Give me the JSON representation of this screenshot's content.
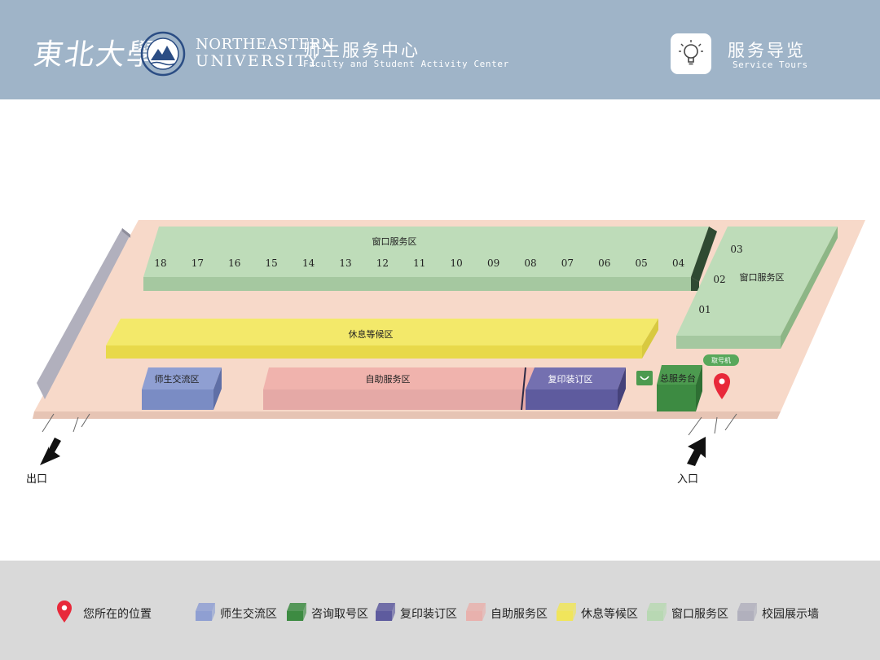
{
  "header": {
    "calligraphy": "東北大學",
    "university_line1": "NORTHEASTERN",
    "university_line2": "UNIVERSITY",
    "center_cn": "师生服务中心",
    "center_en": "Faculty and Student Activity Center",
    "tours_cn": "服务导览",
    "tours_en": "Service Tours",
    "tours_icon": "lightbulb-icon"
  },
  "map": {
    "window_zone_label": "窗口服务区",
    "window_numbers_row": [
      "18",
      "17",
      "16",
      "15",
      "14",
      "13",
      "12",
      "11",
      "10",
      "09",
      "08",
      "07",
      "06",
      "05",
      "04"
    ],
    "window_numbers_side": [
      "03",
      "02",
      "01"
    ],
    "waiting_label": "休息等候区",
    "exchange_label": "师生交流区",
    "self_service_label": "自助服务区",
    "copy_label": "复印装订区",
    "main_desk_label": "总服务台",
    "ticket_label": "取号机",
    "exit_label": "出口",
    "entrance_label": "入口"
  },
  "legend": {
    "items": [
      {
        "label": "您所在的位置",
        "type": "pin",
        "color": "#e8293a"
      },
      {
        "label": "师生交流区",
        "type": "box",
        "color": "#8f9fd2"
      },
      {
        "label": "咨询取号区",
        "type": "box",
        "color": "#3d8b42"
      },
      {
        "label": "复印装订区",
        "type": "box",
        "color": "#5e5b9e"
      },
      {
        "label": "自助服务区",
        "type": "box",
        "color": "#e8b1ad"
      },
      {
        "label": "休息等候区",
        "type": "box",
        "color": "#f0e55b"
      },
      {
        "label": "窗口服务区",
        "type": "box",
        "color": "#b8d8b3"
      },
      {
        "label": "校园展示墙",
        "type": "box",
        "color": "#b1b0bd"
      }
    ]
  },
  "colors": {
    "header_bg": "#9fb4c8",
    "floor": "#f7d9c9",
    "legend_bg": "#d9d9d9",
    "pin": "#e8293a"
  }
}
